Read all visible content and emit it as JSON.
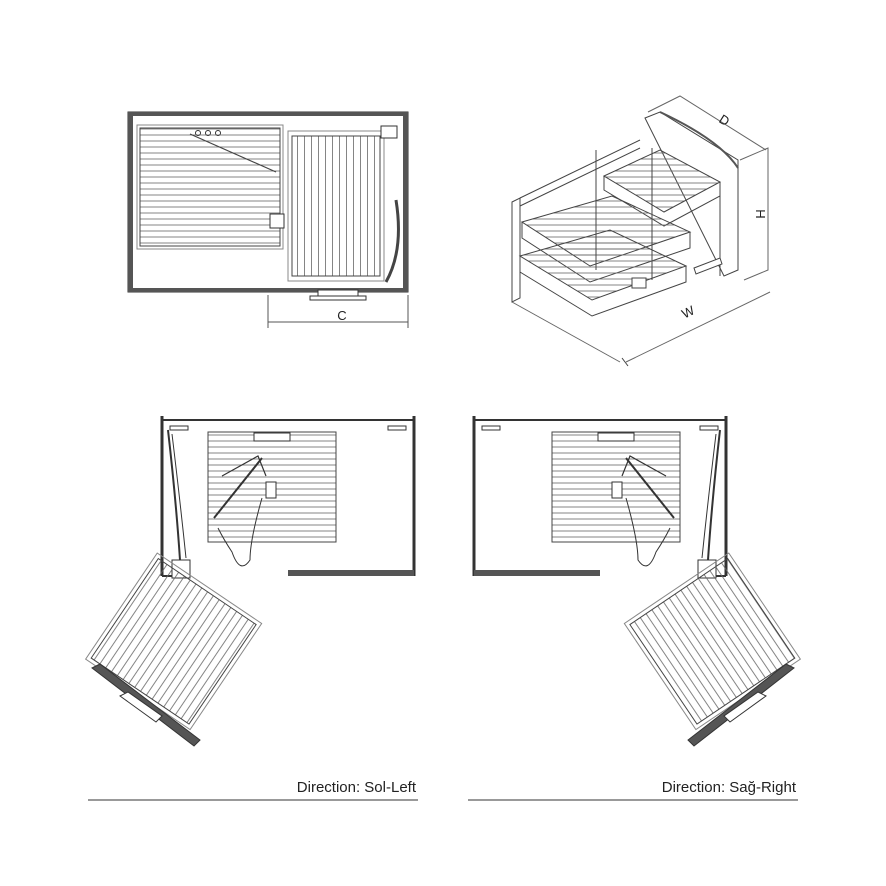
{
  "dimensions": {
    "c_label": "C",
    "d_label": "D",
    "h_label": "H",
    "w_label": "W"
  },
  "captions": {
    "left": "Direction: Sol-Left",
    "right": "Direction: Sağ-Right"
  },
  "colors": {
    "line": "#333333",
    "panel": "#555555",
    "light": "#888888"
  },
  "icons": [
    "hinge-icon",
    "handle-icon",
    "bracket-icon"
  ]
}
